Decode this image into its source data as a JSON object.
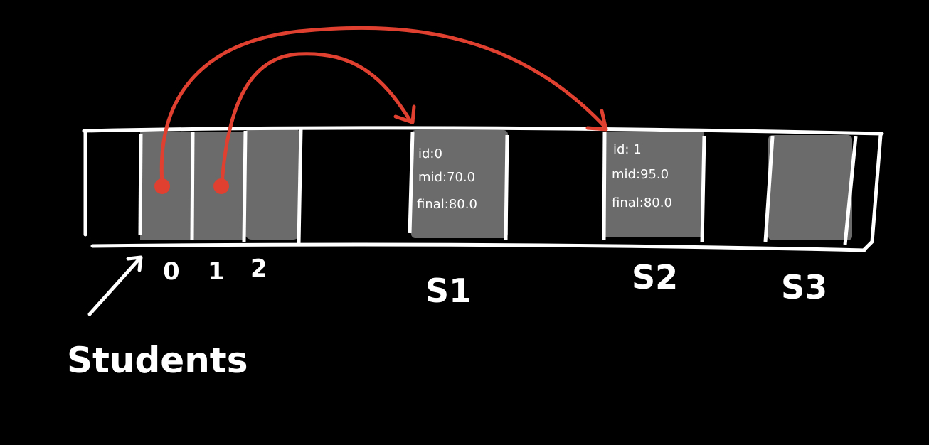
{
  "array": {
    "indices": [
      "0",
      "1",
      "2"
    ],
    "label": "Students"
  },
  "structs": [
    {
      "name": "S1",
      "lines": [
        "id:0",
        "mid:70.0",
        "final:80.0"
      ]
    },
    {
      "name": "S2",
      "lines": [
        "id: 1",
        "mid:95.0",
        "final:80.0"
      ]
    },
    {
      "name": "S3",
      "lines": []
    }
  ],
  "colors": {
    "background": "#000000",
    "stroke": "#ffffff",
    "fill": "#6b6b6b",
    "pointer": "#e0402f"
  }
}
